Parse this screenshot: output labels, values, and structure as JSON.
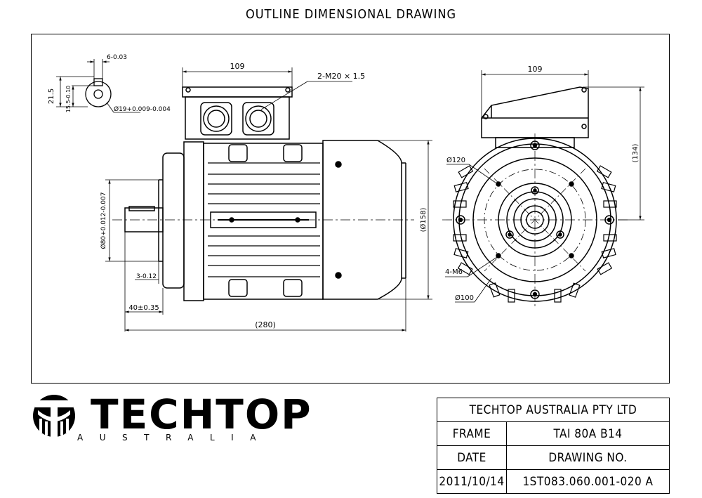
{
  "header": {
    "title": "OUTLINE DIMENSIONAL DRAWING"
  },
  "dimensions": {
    "side_width": "109",
    "end_width": "109",
    "conduit": "2-M20 × 1.5",
    "key_width": "6-0.03",
    "key_depth_total": "21.5",
    "key_depth": "15.5-0.10",
    "shaft_dia": "Ø19+0.009-0.004",
    "spigot_dia": "Ø80+0.012-0.007",
    "spigot_depth": "3-0.12",
    "shaft_length": "40±0.35",
    "overall_length": "(280)",
    "body_dia": "(Ø158)",
    "height": "(134)",
    "pcd_outer": "Ø120",
    "holes": "4-M6",
    "pcd_inner": "Ø100"
  },
  "logo": {
    "name": "TECHTOP",
    "subtitle": "AUSTRALIA"
  },
  "title_block": {
    "company": "TECHTOP AUSTRALIA PTY LTD",
    "frame_label": "FRAME",
    "frame_value": "TAI 80A B14",
    "date_label": "DATE",
    "drawing_no_label": "DRAWING NO.",
    "date_value": "2011/10/14",
    "drawing_no_value": "1ST083.060.001-020 A"
  }
}
